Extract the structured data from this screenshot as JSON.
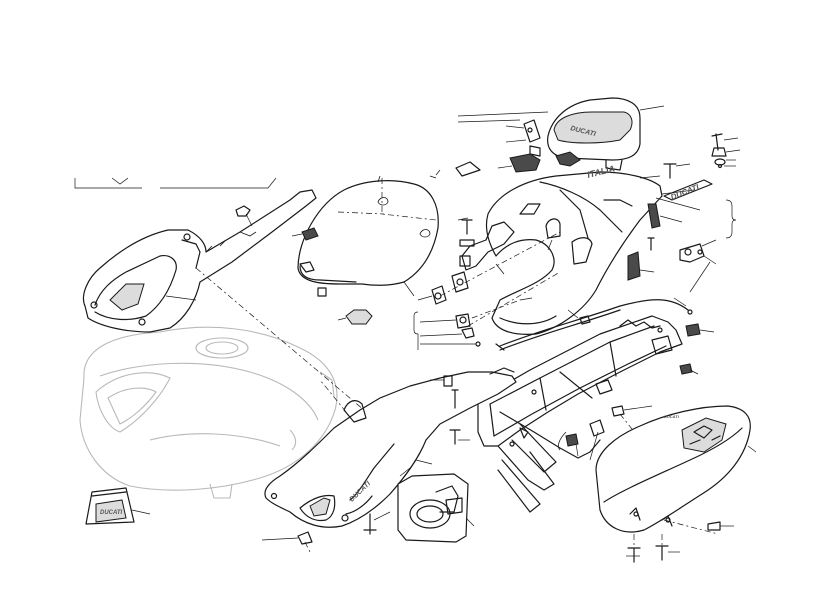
{
  "diagram": {
    "logo_lettering": [
      "DUCATI",
      "ITALIA",
      "DUCATI",
      "DUCATI",
      "DUCATI",
      "DUCATI"
    ]
  }
}
